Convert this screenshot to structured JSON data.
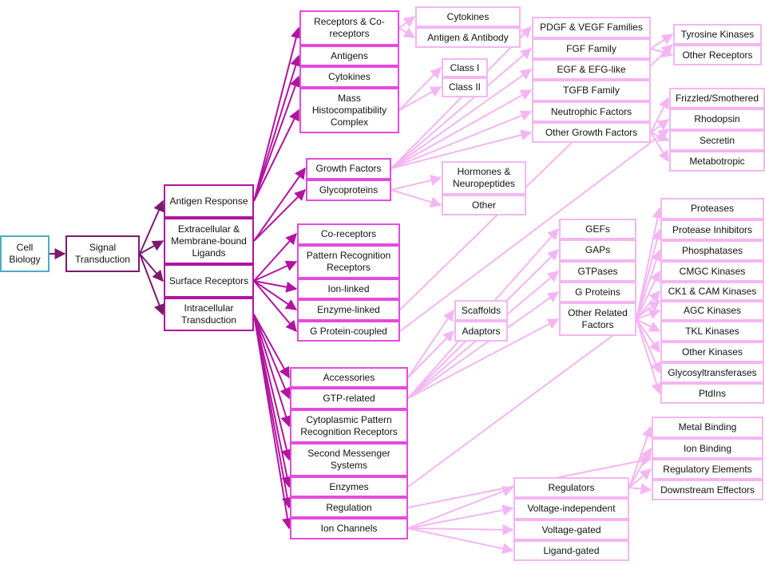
{
  "colors": {
    "root": "#4bacc6",
    "level1": "#7b1a6e",
    "level2": "#b1149f",
    "level3": "#e54ae0",
    "level4": "#f4b6f2"
  },
  "nodes": {
    "cell_biology": "Cell Biology",
    "signal_transduction": "Signal Transduction",
    "antigen_response": "Antigen Response",
    "extracellular_ligands": "Extracellular & Membrane-bound Ligands",
    "surface_receptors": "Surface Receptors",
    "intracellular_transduction": "Intracellular Transduction",
    "receptors_coreceptors": "Receptors & Co-receptors",
    "antigens": "Antigens",
    "cytokines_ar": "Cytokines",
    "mhc": "Mass Histocompatibility Complex",
    "growth_factors": "Growth Factors",
    "glycoproteins": "Glycoproteins",
    "co_receptors": "Co-receptors",
    "pattern_recognition_receptors": "Pattern Recognition Receptors",
    "ion_linked": "Ion-linked",
    "enzyme_linked": "Enzyme-linked",
    "g_protein_coupled": "G Protein-coupled",
    "accessories": "Accessories",
    "gtp_related": "GTP-related",
    "cytoplasmic_prr": "Cytoplasmic Pattern Recognition Receptors",
    "second_messenger": "Second Messenger Systems",
    "enzymes": "Enzymes",
    "regulation": "Regulation",
    "ion_channels": "Ion Channels",
    "cytokines_rc": "Cytokines",
    "antigen_antibody": "Antigen & Antibody",
    "class_i": "Class I",
    "class_ii": "Class II",
    "hormones_neuropeptides": "Hormones & Neuropeptides",
    "other_glyco": "Other",
    "scaffolds": "Scaffolds",
    "adaptors": "Adaptors",
    "pdgf_vegf": "PDGF & VEGF Families",
    "fgf_family": "FGF Family",
    "egf_like": "EGF & EFG-like",
    "tgfb_family": "TGFB Family",
    "neutrophic_factors": "Neutrophic Factors",
    "other_growth_factors": "Other Growth Factors",
    "gefs": "GEFs",
    "gaps": "GAPs",
    "gtpases": "GTPases",
    "g_proteins": "G Proteins",
    "other_related_factors": "Other Related Factors",
    "regulators": "Regulators",
    "voltage_independent": "Voltage-independent",
    "voltage_gated": "Voltage-gated",
    "ligand_gated": "Ligand-gated",
    "tyrosine_kinases": "Tyrosine Kinases",
    "other_receptors": "Other Receptors",
    "frizzled_smothered": "Frizzled/Smothered",
    "rhodopsin": "Rhodopsin",
    "secretin": "Secretin",
    "metabotropic": "Metabotropic",
    "proteases": "Proteases",
    "protease_inhibitors": "Protease Inhibitors",
    "phosphatases": "Phosphatases",
    "cmgc_kinases": "CMGC Kinases",
    "ck1_cam_kinases": "CK1 & CAM Kinases",
    "agc_kinases": "AGC Kinases",
    "tkl_kinases": "TKL Kinases",
    "other_kinases": "Other Kinases",
    "glycosyltransferases": "Glycosyltransferases",
    "ptdins": "PtdIns",
    "metal_binding": "Metal Binding",
    "ion_binding": "Ion Binding",
    "regulatory_elements": "Regulatory Elements",
    "downstream_effectors": "Downstream Effectors"
  }
}
